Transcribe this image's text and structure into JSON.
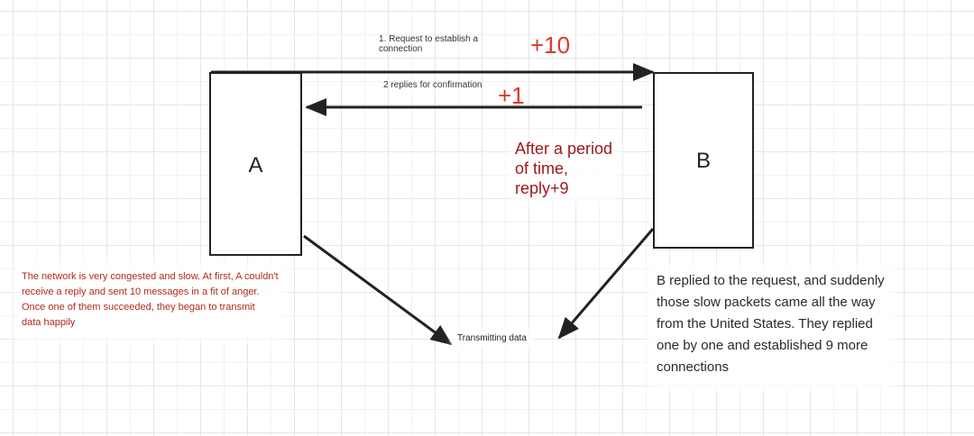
{
  "nodes": {
    "a_label": "A",
    "b_label": "B"
  },
  "arrows": {
    "request_label_line1": "1. Request to establish a",
    "request_label_line2": "connection",
    "request_count": "+10",
    "confirm_label": "2 replies for confirmation",
    "confirm_count": "+1",
    "transmit_label": "Transmitting data"
  },
  "notes": {
    "period_lines": [
      "After a period",
      "of time,",
      "reply+9"
    ],
    "a_note_lines": [
      "The network is very congested and slow. At first, A couldn't",
      "receive a reply and sent 10 messages in a fit of anger.",
      "Once one of them succeeded, they began to transmit",
      "data happily"
    ],
    "b_note_lines": [
      "B replied to the request, and suddenly",
      "those slow packets came all the way",
      "from the United States. They replied",
      "one by one and established 9 more",
      "connections"
    ]
  },
  "colors": {
    "red_count": "#d93a2b",
    "dark_red_note": "#a01818",
    "stroke": "#222222"
  }
}
